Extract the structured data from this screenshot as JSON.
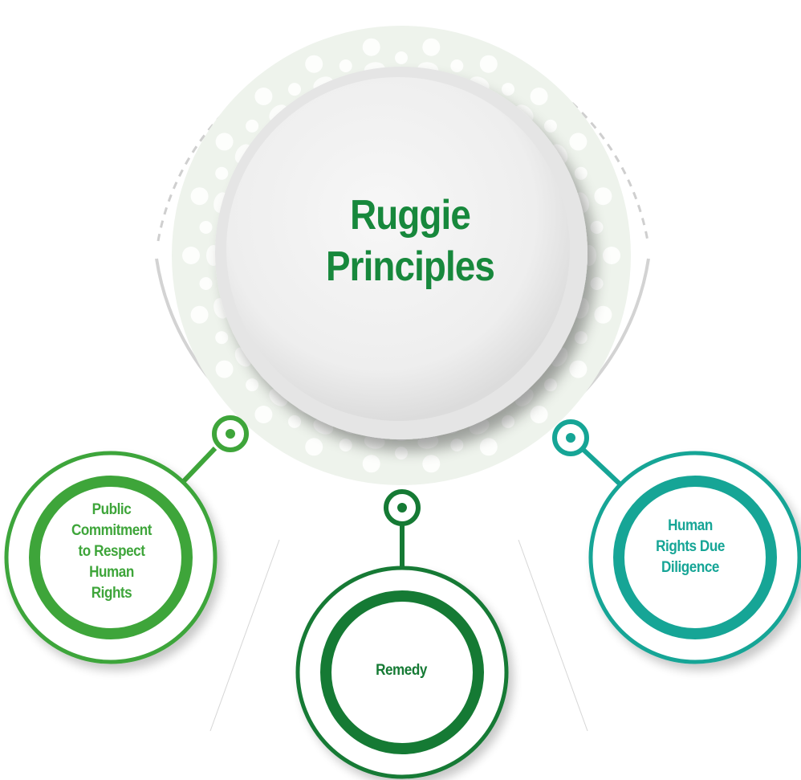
{
  "center": {
    "title_line1": "Ruggie",
    "title_line2": "Principles"
  },
  "nodes": [
    {
      "id": "public",
      "label_lines": [
        "Public",
        "Commitment",
        "to Respect",
        "Human",
        "Rights"
      ],
      "color": "#3ea53a"
    },
    {
      "id": "remedy",
      "label_lines": [
        "Remedy"
      ],
      "color": "#157a34"
    },
    {
      "id": "hrdd",
      "label_lines": [
        "Human",
        "Rights Due",
        "Diligence"
      ],
      "color": "#16a596"
    }
  ],
  "colors": {
    "title": "#17883c",
    "ring": "#c9c9c9",
    "pattern_bg": "#eef3ec"
  }
}
